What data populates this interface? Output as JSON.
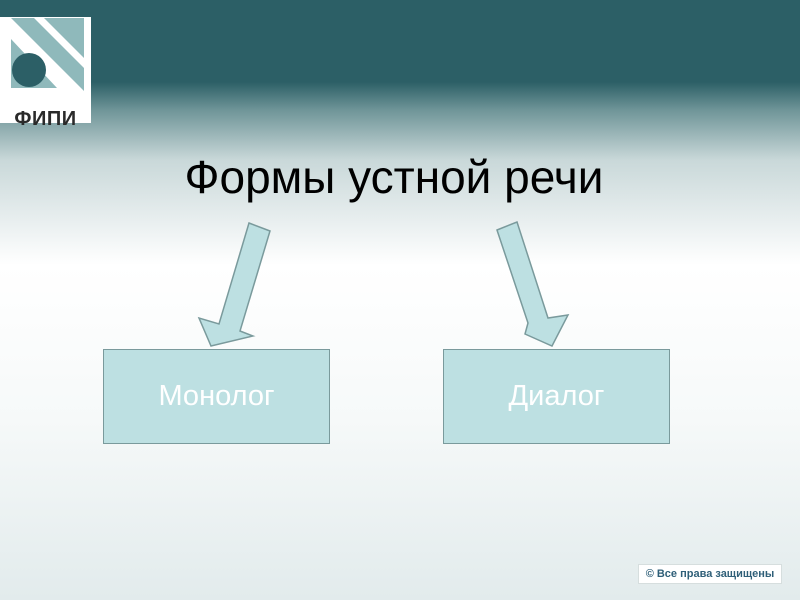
{
  "logo": {
    "text": "ФИПИ"
  },
  "slide": {
    "title": "Формы устной речи"
  },
  "boxes": {
    "left": "Монолог",
    "right": "Диалог"
  },
  "footer": {
    "copyright": "© Все права защищены"
  },
  "colors": {
    "header": "#2c5f66",
    "box_fill": "#bde0e2",
    "logo_stripes": "#8fb9bb",
    "logo_circle": "#2c5f66"
  }
}
